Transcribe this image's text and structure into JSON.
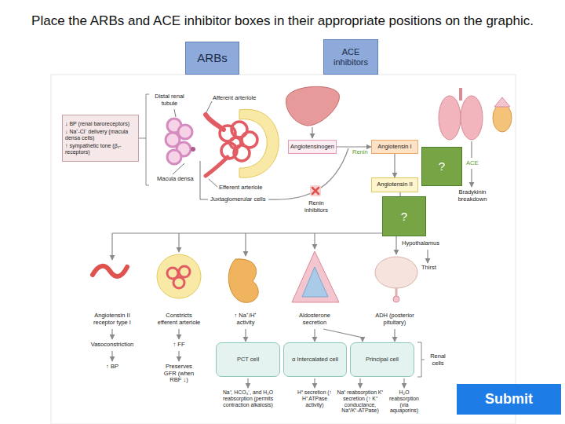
{
  "diagram": {
    "title": "Place the ARBs and ACE inhibitor boxes in their appropriate positions on the graphic.",
    "nodes": [
      {
        "text": [
          "ARBs"
        ]
      },
      {
        "text": [
          "ACE inhibitors"
        ]
      },
      {
        "text": [
          "↓ BP (renal baroreceptors)",
          "↓ Na⁺-Cl⁻ delivery (macula densa cells)",
          "↑ sympathetic tone (β₁-receptors)"
        ]
      },
      {
        "text": [
          "Angiotensinogen"
        ]
      },
      {
        "text": [
          "Angiotensin I"
        ]
      },
      {
        "text": [
          "Angiotensin II"
        ]
      },
      {
        "text": [
          "?"
        ]
      },
      {
        "text": [
          "?"
        ]
      },
      {
        "text": [
          "PCT cell"
        ]
      },
      {
        "text": [
          "α Intercalated cell"
        ]
      },
      {
        "text": [
          "Principal cell"
        ]
      },
      {
        "text": [
          "Submit"
        ]
      }
    ],
    "edges": [
      {
        "from": 3,
        "to": 4,
        "arrow": "to"
      },
      {
        "from": 4,
        "to": 5,
        "arrow": "to"
      },
      {
        "from": 5,
        "to": 7,
        "arrow": "none"
      }
    ],
    "labels": [
      "Distal renal tubule",
      "Afferent arteriole",
      "Macula densa",
      "Efferent arteriole",
      "Juxtaglomerular cells",
      "Renin",
      "Renin inhibitors",
      "ACE",
      "Bradykinin breakdown",
      "Hypothalamus",
      "Thirst",
      "Angiotensin II receptor type I",
      "Vasoconstriction",
      "↑ BP",
      "Constricts efferent arteriole",
      "↑ FF",
      "Preserves GFR (when RBF ↓)",
      "↑ Na⁺/H⁺ activity",
      "Aldosterone secretion",
      "ADH (posterior pituitary)",
      "Renal cells",
      "Na⁺, HCO₃⁻, and H₂O reabsorption (permits contraction alkalosis)",
      "H⁺ secretion (↑ H⁺ ATPase activity)",
      "Na⁺ reabsorption K⁺ secretion (↑ K⁺ conductance, Na⁺/K⁺-ATPase)",
      "H₂O reabsorption (via aquaporins)"
    ]
  }
}
